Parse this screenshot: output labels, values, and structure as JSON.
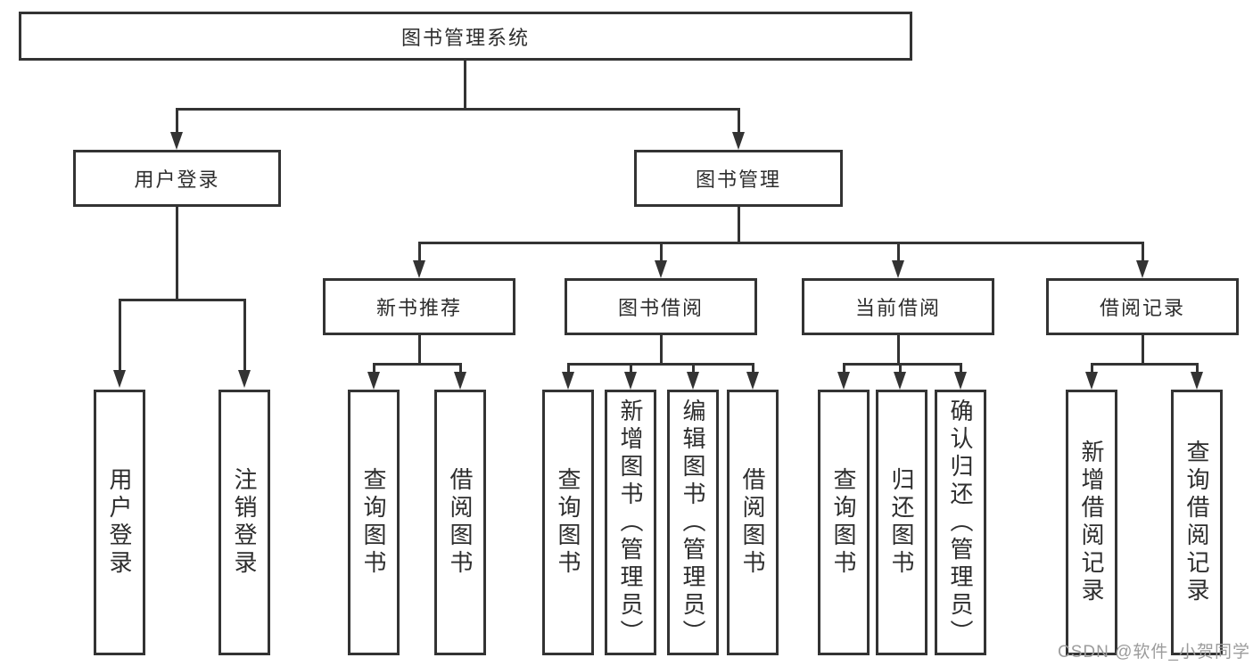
{
  "tree": {
    "root": "图书管理系统",
    "branches": [
      {
        "label": "用户登录",
        "children": [
          "用户登录",
          "注销登录"
        ]
      },
      {
        "label": "图书管理",
        "groups": [
          {
            "label": "新书推荐",
            "children": [
              "查询图书",
              "借阅图书"
            ]
          },
          {
            "label": "图书借阅",
            "children": [
              "查询图书",
              "新增图书（管理员）",
              "编辑图书（管理员）",
              "借阅图书"
            ]
          },
          {
            "label": "当前借阅",
            "children": [
              "查询图书",
              "归还图书",
              "确认归还（管理员）"
            ]
          },
          {
            "label": "借阅记录",
            "children": [
              "新增借阅记录",
              "查询借阅记录"
            ]
          }
        ]
      }
    ]
  },
  "watermark": "CSDN @软件_小贺同学",
  "colors": {
    "line": "#333333",
    "text": "#2d2d2d",
    "box_background": "#ffffff",
    "page_background": "#ffffff",
    "watermark": "#9c9c9c"
  }
}
